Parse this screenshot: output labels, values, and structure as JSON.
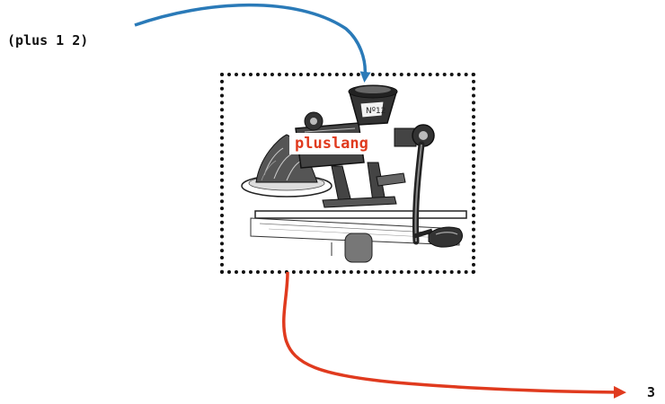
{
  "input": {
    "code": "(plus 1 2)"
  },
  "interpreter": {
    "label": "pluslang",
    "illustration": "meat-grinder-illustration"
  },
  "output": {
    "value": "3"
  },
  "colors": {
    "input_arrow": "#2a7ab8",
    "output_arrow": "#e03a1e",
    "label_text": "#e03a1e",
    "text": "#111111"
  }
}
